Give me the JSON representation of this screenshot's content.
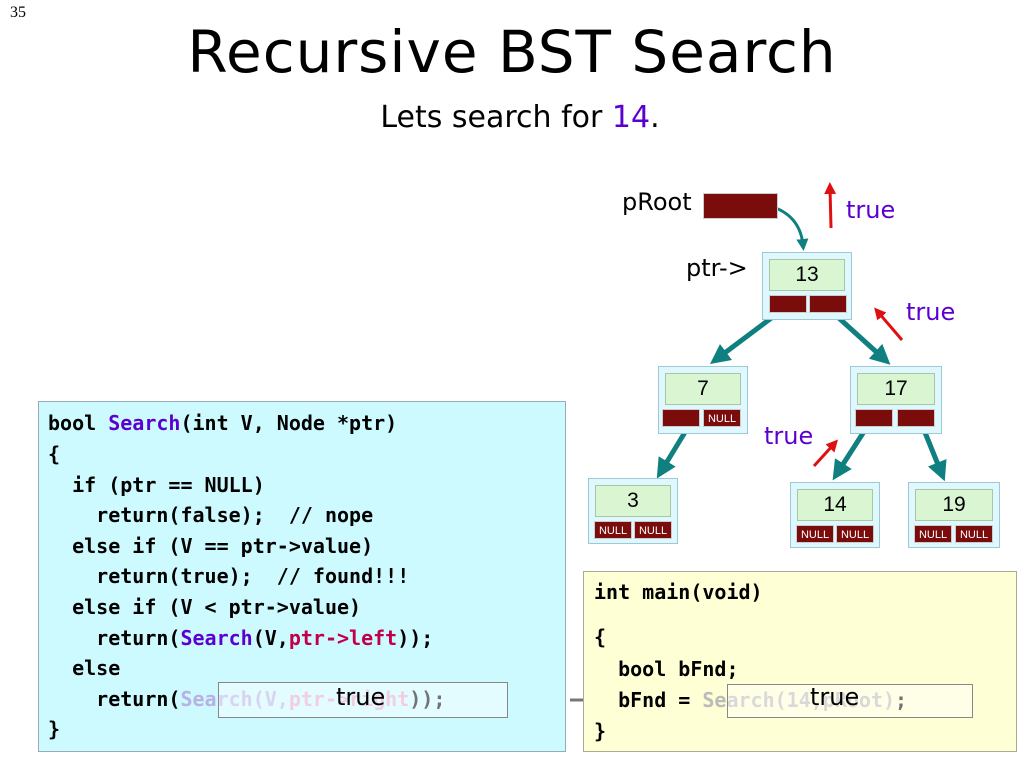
{
  "slide_number": "35",
  "title": "Recursive BST Search",
  "subtitle": {
    "prefix": "Lets search for ",
    "value": "14",
    "suffix": "."
  },
  "labels": {
    "proot": "pRoot",
    "ptr": "ptr->"
  },
  "true_labels": [
    "true",
    "true",
    "true",
    "true",
    "true"
  ],
  "null_text": "NULL",
  "tree": {
    "n13": "13",
    "n7": "7",
    "n17": "17",
    "n3": "3",
    "n14": "14",
    "n19": "19"
  },
  "left_code": {
    "l1a": "bool ",
    "l1b": "Search",
    "l1c": "(int V, Node *ptr)",
    "l2": "{",
    "l3": "  if (ptr == NULL)",
    "l4": "    return(false);  // nope",
    "l5": "  else if (V == ptr->value)",
    "l6": "    return(true);  // found!!!",
    "l7": "  else if (V < ptr->value)",
    "l8a": "    return(",
    "l8b": "Search",
    "l8c": "(V,",
    "l8d": "ptr->left",
    "l8e": "));",
    "l9": "  else",
    "l10a": "    return(",
    "l10b": "Search",
    "l10c": "(V,",
    "l10d": "ptr->right",
    "l10e": "));",
    "l11": "}"
  },
  "right_code": {
    "l1": "int main(void)",
    "l2": "{",
    "l3": "  bool bFnd;",
    "l4a": "  bFnd = ",
    "l4b": "Search(14,pRoot)",
    "l4c": ";",
    "l5": "}"
  },
  "colors": {
    "accent": "#5b00d0",
    "pointer": "#c2004a",
    "arrow_teal": "#0f7f7f",
    "arrow_red": "#e01010",
    "null_box": "#7a0c0c"
  }
}
